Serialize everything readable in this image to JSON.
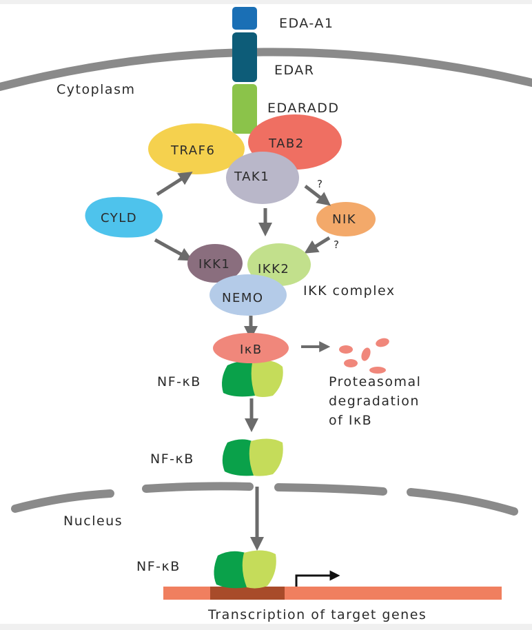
{
  "colors": {
    "membrane": "#8a8a8a",
    "arrow": "#6b6b6b",
    "eda_a1": "#1a6fb5",
    "edar": "#0d5c78",
    "edaradd": "#8bc34a",
    "traf6": "#f5d14e",
    "tab2": "#ef6f62",
    "tak1": "#b9b7c9",
    "cyld": "#4ec3ec",
    "nik": "#f3a96a",
    "ikk1": "#8a6e7e",
    "ikk2": "#c2e08c",
    "nemo": "#b4cbe8",
    "ikb": "#f0877b",
    "nfkb_dark": "#0aa14a",
    "nfkb_light": "#c5dc5a",
    "dna": "#f07f5f",
    "dna_site": "#a84b2a"
  },
  "labels": {
    "eda_a1": "EDA-A1",
    "edar": "EDAR",
    "edaradd": "EDARADD",
    "cytoplasm": "Cytoplasm",
    "traf6": "TRAF6",
    "tab2": "TAB2",
    "tak1": "TAK1",
    "cyld": "CYLD",
    "nik": "NIK",
    "question1": "?",
    "question2": "?",
    "ikk1": "IKK1",
    "ikk2": "IKK2",
    "nemo": "NEMO",
    "ikk_complex": "IKK complex",
    "ikb": "IκB",
    "nfkb1": "NF-κB",
    "nfkb2": "NF-κB",
    "nfkb3": "NF-κB",
    "proteasomal": [
      "Proteasomal",
      "degradation",
      "of IκB"
    ],
    "nucleus": "Nucleus",
    "transcription": "Transcription of target genes"
  }
}
